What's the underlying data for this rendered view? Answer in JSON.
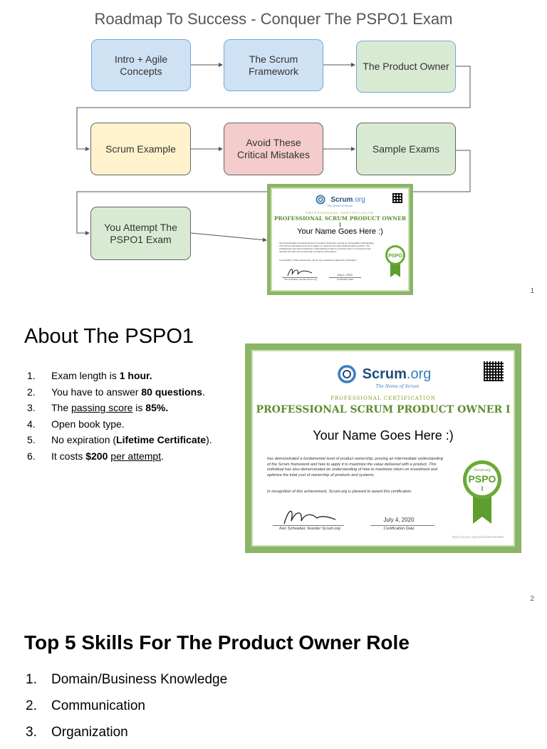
{
  "slide1": {
    "title": "Roadmap To Success - Conquer The PSPO1 Exam",
    "boxes": {
      "intro": "Intro + Agile Concepts",
      "framework": "The Scrum Framework",
      "po": "The Product Owner",
      "example": "Scrum Example",
      "mistakes": "Avoid These Critical Mistakes",
      "samples": "Sample Exams",
      "attempt": "You Attempt The PSPO1 Exam"
    },
    "page_number": "1"
  },
  "certificate": {
    "logo_main": "Scrum",
    "logo_suffix": ".org",
    "tagline": "The Home of Scrum",
    "professional": "PROFESSIONAL CERTIFICATION",
    "title": "PROFESSIONAL SCRUM PRODUCT OWNER I",
    "name": "Your Name Goes Here :)",
    "description": "has demonstrated a fundamental level of product ownership, proving an intermediate understanding of the Scrum framework and how to apply it to maximize the value delivered with a product. This individual has also demonstrated an understanding of how to maximize return on investment and optimize the total cost of ownership of products and systems.",
    "recognition": "In recognition of this achievement, Scrum.org is pleased to award this certification.",
    "signer": "Ken Schwaber, founder Scrum.org",
    "date": "July 4, 2020",
    "date_label": "Certification Date",
    "badge_top": "Scrum.org",
    "badge_main": "PSPO",
    "badge_level": "I",
    "url": "https://scrum.org/certificates/562889"
  },
  "slide2": {
    "heading": "About The PSPO1",
    "facts": [
      {
        "num": "1.",
        "a": "Exam length is ",
        "b": "1 hour.",
        "c": ""
      },
      {
        "num": "2.",
        "a": "You have to answer ",
        "b": "80 questions",
        "c": "."
      },
      {
        "num": "3.",
        "a": "The ",
        "u": "passing score",
        "a2": " is ",
        "b": "85%.",
        "c": ""
      },
      {
        "num": "4.",
        "a": "Open book type.",
        "b": "",
        "c": ""
      },
      {
        "num": "5.",
        "a": "No expiration (",
        "b": "Lifetime Certificate",
        "c": ")."
      },
      {
        "num": "6.",
        "a": "It costs ",
        "b": "$200",
        "a2": " ",
        "u": "per attempt",
        "c": "."
      }
    ],
    "page_number": "2"
  },
  "slide3": {
    "heading": "Top 5 Skills For The Product Owner Role",
    "skills": [
      {
        "num": "1.",
        "text": "Domain/Business Knowledge"
      },
      {
        "num": "2.",
        "text": "Communication"
      },
      {
        "num": "3.",
        "text": "Organization"
      }
    ]
  }
}
